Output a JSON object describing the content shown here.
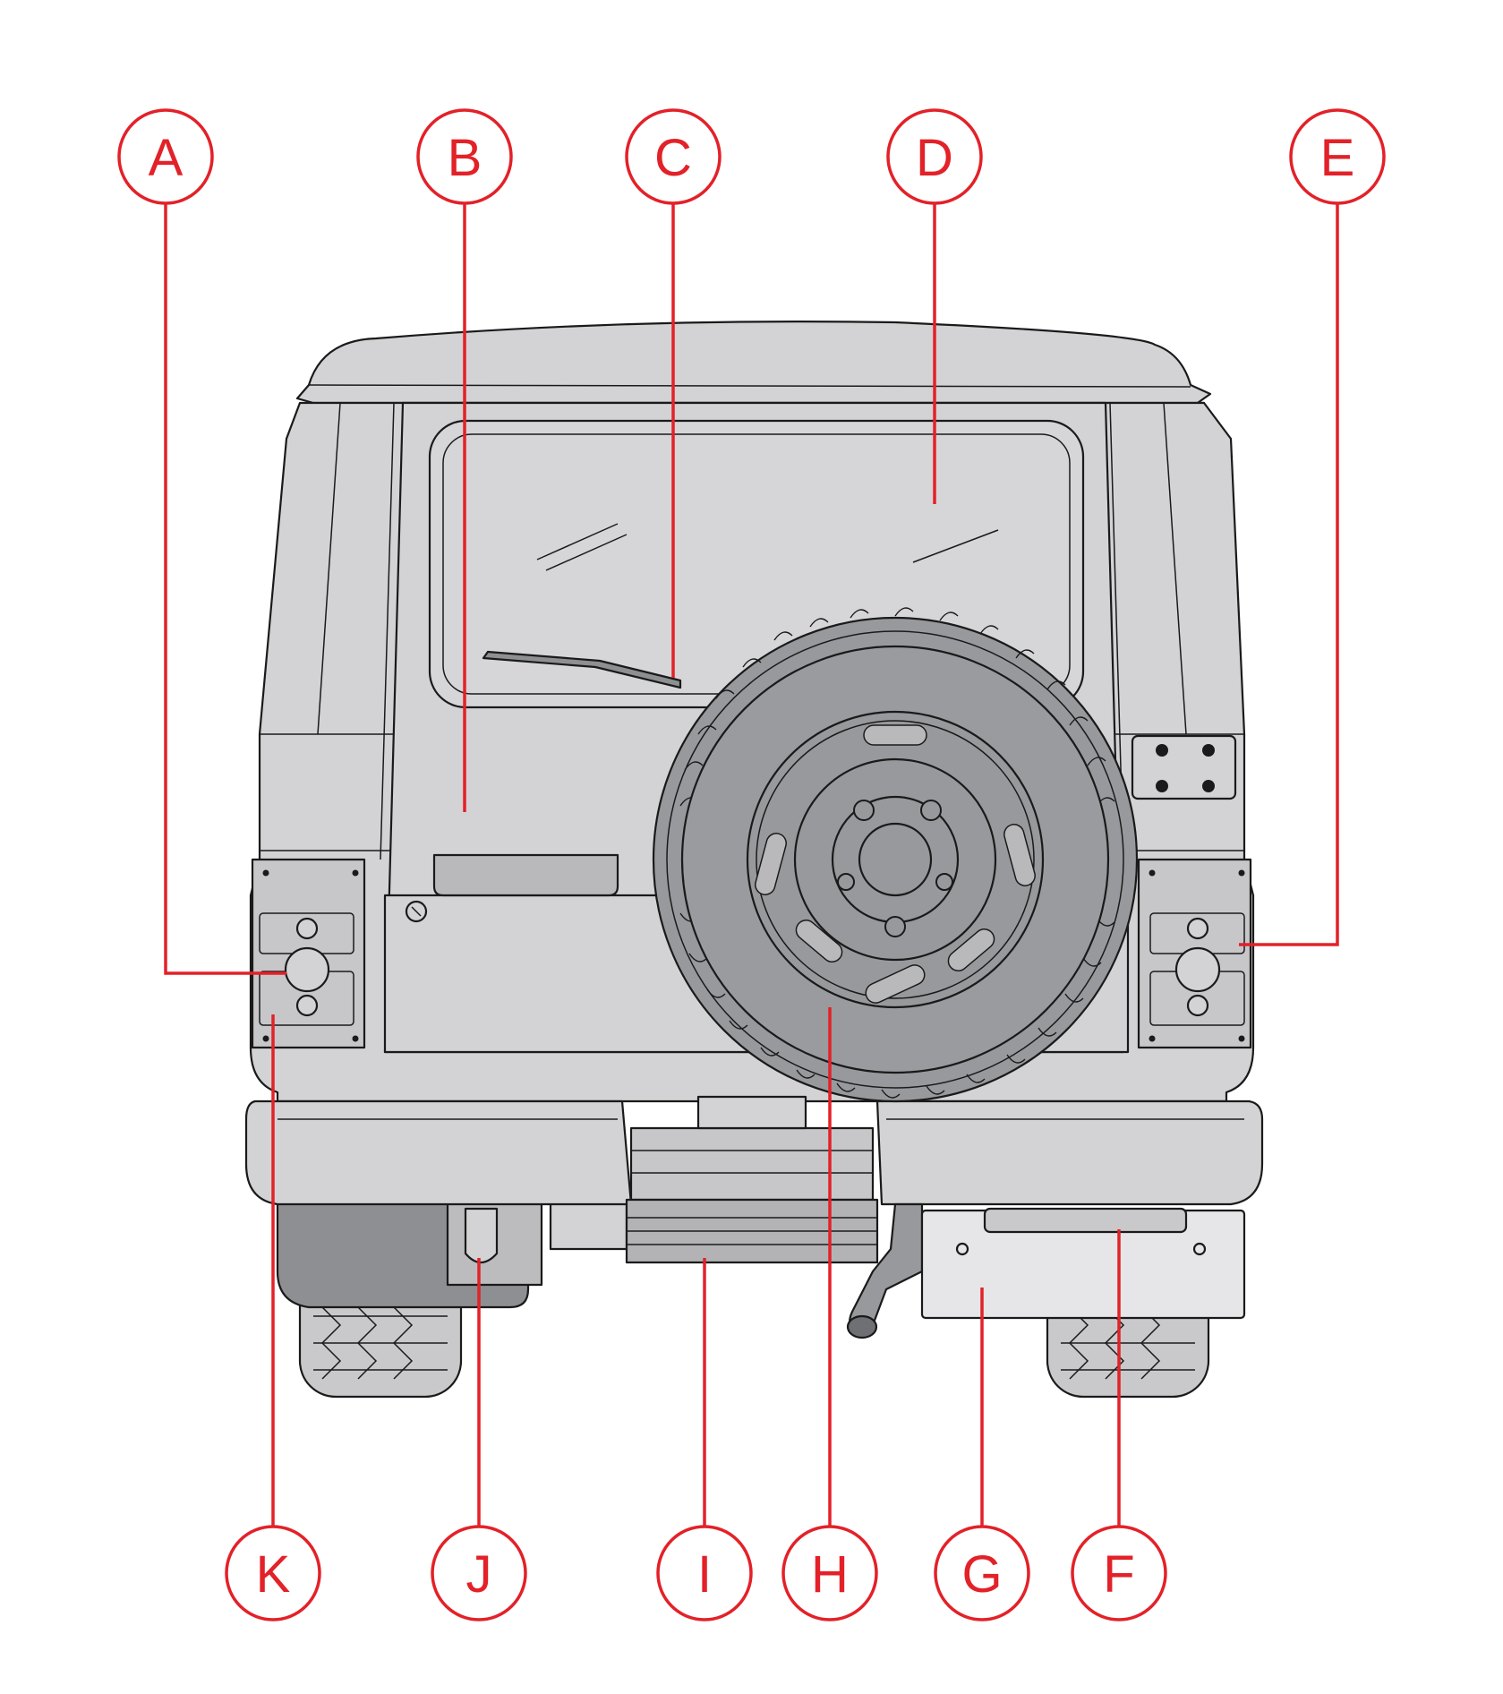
{
  "callouts": [
    {
      "id": "A",
      "label": "A"
    },
    {
      "id": "B",
      "label": "B"
    },
    {
      "id": "C",
      "label": "C"
    },
    {
      "id": "D",
      "label": "D"
    },
    {
      "id": "E",
      "label": "E"
    },
    {
      "id": "F",
      "label": "F"
    },
    {
      "id": "G",
      "label": "G"
    },
    {
      "id": "H",
      "label": "H"
    },
    {
      "id": "I",
      "label": "I"
    },
    {
      "id": "J",
      "label": "J"
    },
    {
      "id": "K",
      "label": "K"
    }
  ],
  "colors": {
    "accent": "#e32128",
    "body": "#d3d3d5",
    "body_dark": "#b9b9bc",
    "glass": "#d6d6d8",
    "tire": "#98999c",
    "tire_dark": "#6f7073",
    "plate": "#e6e6e8",
    "outline": "#1a1a1a"
  }
}
